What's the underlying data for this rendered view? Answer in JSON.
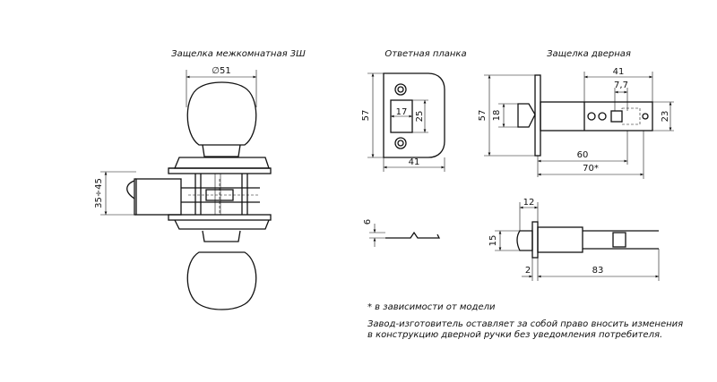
{
  "titles": {
    "interior_latch": "Защелка межкомнатная 3Ш",
    "strike_plate": "Ответная планка",
    "door_latch": "Защелка дверная"
  },
  "dimensions": {
    "knob_diameter": "∅51",
    "backset_range": "35÷45",
    "strike_height": "57",
    "strike_window_width": "17",
    "strike_window_height": "25",
    "strike_width": "41",
    "strike_side_thickness": "6",
    "latch_face_height": "57",
    "latch_bolt_height": "18",
    "latch_body_width": "41",
    "latch_hole_spacing": "7,7",
    "latch_body_height": "23",
    "latch_backset_60": "60",
    "latch_backset_70": "70*",
    "side_faceplate_width": "12",
    "side_bolt_height": "15",
    "side_faceplate_thickness": "2",
    "side_length": "83"
  },
  "notes": {
    "model_note": "* в зависимости от модели",
    "disclaimer_line1": "Завод-изготовитель оставляет за собой право вносить изменения",
    "disclaimer_line2": "в конструкцию дверной ручки без уведомления потребителя."
  }
}
